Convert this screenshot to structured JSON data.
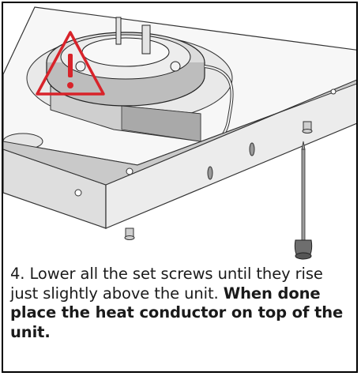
{
  "instruction": {
    "step_number": "4.",
    "text": "Lower all the set screws until they rise just slightly above the unit.",
    "emphasis": "When done place the heat conductor on top of the unit."
  },
  "illustration": {
    "subject": "unit-with-set-screws-and-screwdriver",
    "warning_color": "#d8232a",
    "icons": [
      "warning-triangle-icon",
      "screwdriver-icon"
    ]
  }
}
